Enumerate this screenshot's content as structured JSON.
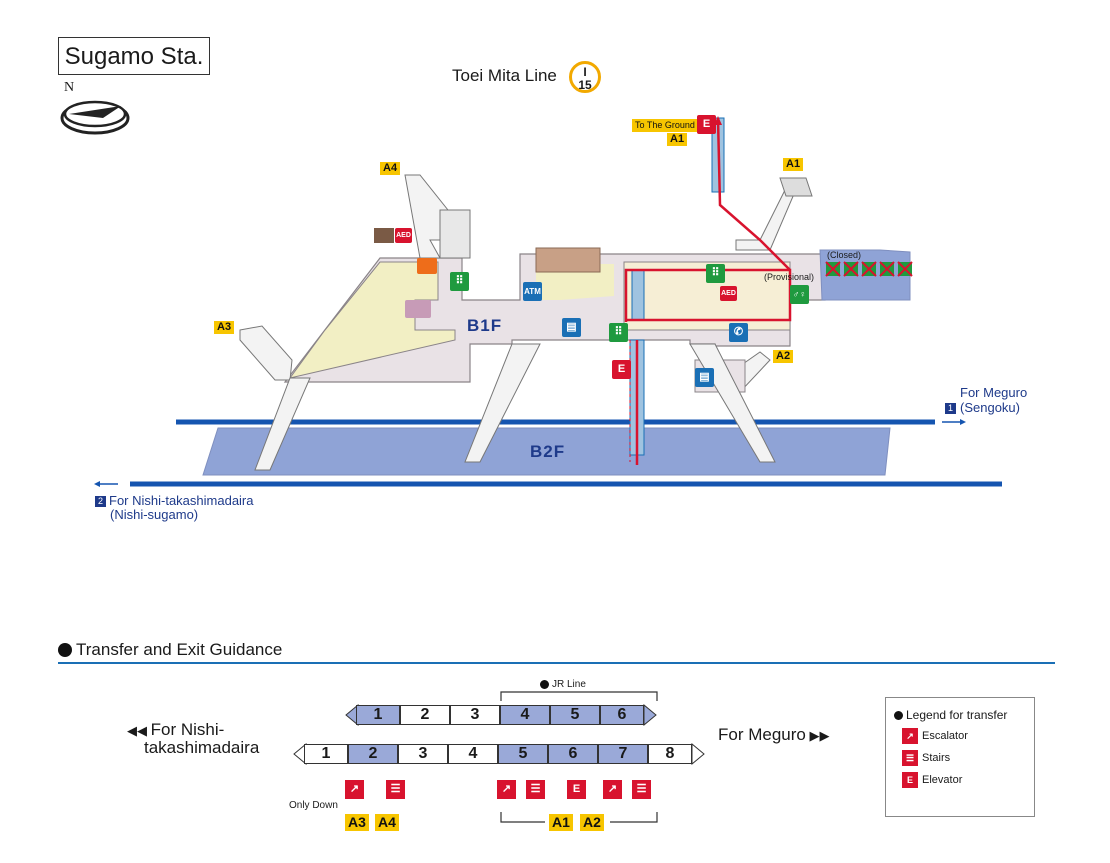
{
  "station": {
    "name": "Sugamo Sta."
  },
  "line": {
    "name": "Toei Mita Line",
    "badge_top": "I",
    "badge_num": "15"
  },
  "compass": {
    "north_label": "N"
  },
  "map": {
    "floor_b1": "B1F",
    "floor_b2": "B2F",
    "to_ground_label": "To The Ground",
    "closed_label": "(Closed)",
    "provisional_label": "(Provisional)",
    "atm_label": "ATM",
    "aed_label": "AED",
    "exits": {
      "a1_top": "A1",
      "a1_right": "A1",
      "a2": "A2",
      "a3": "A3",
      "a4": "A4"
    },
    "directions": {
      "meguro_title": "For Meguro",
      "meguro_num": "1",
      "meguro_sub": "(Sengoku)",
      "nishi_num": "2",
      "nishi_title": "For Nishi-takashimadaira",
      "nishi_sub": "(Nishi-sugamo)"
    }
  },
  "guidance": {
    "section_title": "Transfer and Exit Guidance",
    "jr_label": "JR Line",
    "left_label_line1": "For Nishi-",
    "left_label_line2": "takashimadaira",
    "right_label": "For Meguro",
    "top_cars": [
      "1",
      "2",
      "3",
      "4",
      "5",
      "6"
    ],
    "bottom_cars": [
      "1",
      "2",
      "3",
      "4",
      "5",
      "6",
      "7",
      "8"
    ],
    "only_down_label": "Only Down",
    "exit_group_left": [
      "A3",
      "A4"
    ],
    "exit_group_right": [
      "A1",
      "A2"
    ]
  },
  "legend": {
    "title": "Legend for transfer",
    "items": [
      "Escalator",
      "Stairs",
      "Elevator"
    ]
  },
  "colors": {
    "brand_line": "#1a6fb5",
    "exit_badge": "#f7c500",
    "mita_line": "#f2a900",
    "highlight_car": "#9aa9d8"
  }
}
